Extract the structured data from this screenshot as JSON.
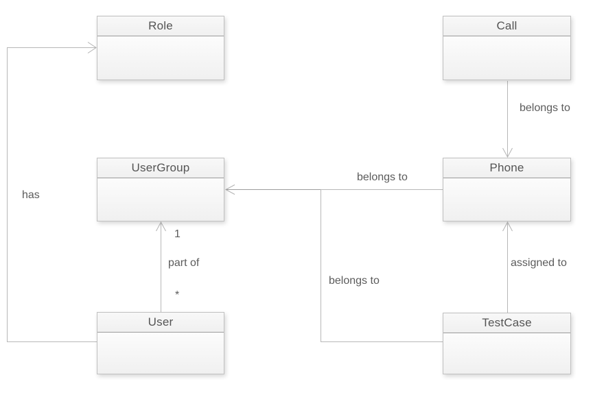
{
  "diagram": {
    "kind": "uml-class-diagram",
    "background_color": "#ffffff",
    "line_color": "#b7b7b7",
    "text_color": "#5b5b5b",
    "nodes": [
      {
        "id": "role",
        "title": "Role"
      },
      {
        "id": "call",
        "title": "Call"
      },
      {
        "id": "usergroup",
        "title": "UserGroup"
      },
      {
        "id": "phone",
        "title": "Phone"
      },
      {
        "id": "user",
        "title": "User"
      },
      {
        "id": "testcase",
        "title": "TestCase"
      }
    ],
    "edges": [
      {
        "id": "user-has-role",
        "from": "User",
        "to": "Role",
        "label": "has"
      },
      {
        "id": "call-belongs-to-phone",
        "from": "Call",
        "to": "Phone",
        "label": "belongs to"
      },
      {
        "id": "phone-belongs-to-usergroup",
        "from": "Phone",
        "to": "UserGroup",
        "label": "belongs to"
      },
      {
        "id": "user-part-of-usergroup",
        "from": "User",
        "to": "UserGroup",
        "label": "part of",
        "target_multiplicity": "1",
        "source_multiplicity": "*"
      },
      {
        "id": "testcase-assigned-to-phone",
        "from": "TestCase",
        "to": "Phone",
        "label": "assigned to"
      },
      {
        "id": "testcase-belongs-to-usergroup",
        "from": "TestCase",
        "to": "UserGroup",
        "label": "belongs to"
      }
    ]
  }
}
